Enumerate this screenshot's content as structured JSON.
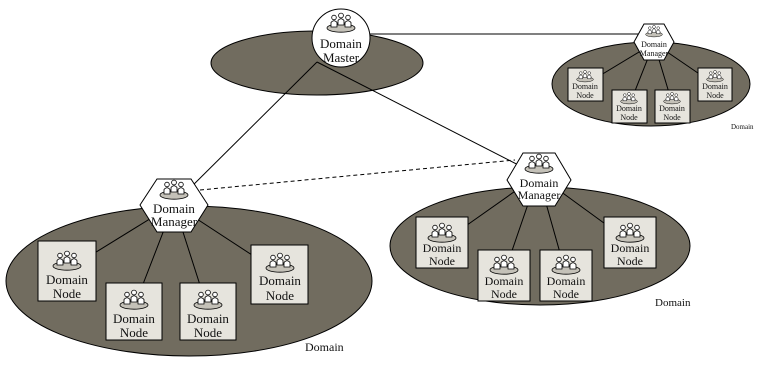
{
  "master": {
    "line1": "Domain",
    "line2": "Master"
  },
  "domains": [
    {
      "label": "Domain",
      "manager": {
        "line1": "Domain",
        "line2": "Manager"
      },
      "nodes": [
        {
          "line1": "Domain",
          "line2": "Node"
        },
        {
          "line1": "Domain",
          "line2": "Node"
        },
        {
          "line1": "Domain",
          "line2": "Node"
        },
        {
          "line1": "Domain",
          "line2": "Node"
        }
      ]
    },
    {
      "label": "Domain",
      "manager": {
        "line1": "Domain",
        "line2": "Manager"
      },
      "nodes": [
        {
          "line1": "Domain",
          "line2": "Node"
        },
        {
          "line1": "Domain",
          "line2": "Node"
        },
        {
          "line1": "Domain",
          "line2": "Node"
        },
        {
          "line1": "Domain",
          "line2": "Node"
        }
      ]
    },
    {
      "label": "Domain",
      "manager": {
        "line1": "Domain",
        "line2": "Manager"
      },
      "nodes": [
        {
          "line1": "Domain",
          "line2": "Node"
        },
        {
          "line1": "Domain",
          "line2": "Node"
        },
        {
          "line1": "Domain",
          "line2": "Node"
        },
        {
          "line1": "Domain",
          "line2": "Node"
        }
      ]
    }
  ],
  "colors": {
    "domain_fill": "#716c5f",
    "node_fill": "#e6e4dd",
    "icon_fill": "#c4c1b8",
    "outline": "#000000"
  }
}
